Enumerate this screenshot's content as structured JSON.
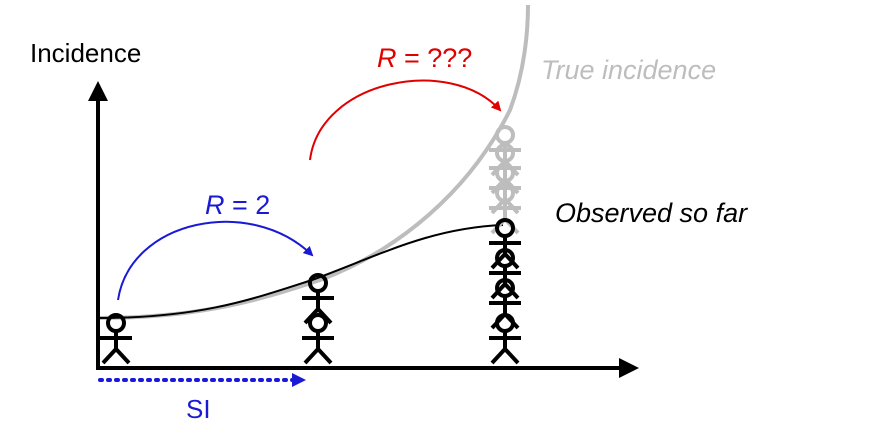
{
  "labels": {
    "y_axis": "Incidence",
    "r_blue_var": "R",
    "r_blue_rest": " = 2",
    "r_red_var": "R",
    "r_red_rest": " = ???",
    "true_incidence": "True incidence",
    "observed": "Observed so far",
    "serial_interval": "SI"
  },
  "colors": {
    "axis": "#000000",
    "blue": "#1a1ad6",
    "red": "#e00000",
    "grey": "#bdbdbd",
    "black": "#000000"
  },
  "figures": {
    "generation_1": {
      "observed": 1,
      "unobserved": 0
    },
    "generation_2": {
      "observed": 2,
      "unobserved": 0
    },
    "generation_3": {
      "observed": 4,
      "unobserved": 4
    }
  },
  "icons": {
    "person": "stick-figure-icon",
    "arrow": "arrow-icon"
  }
}
